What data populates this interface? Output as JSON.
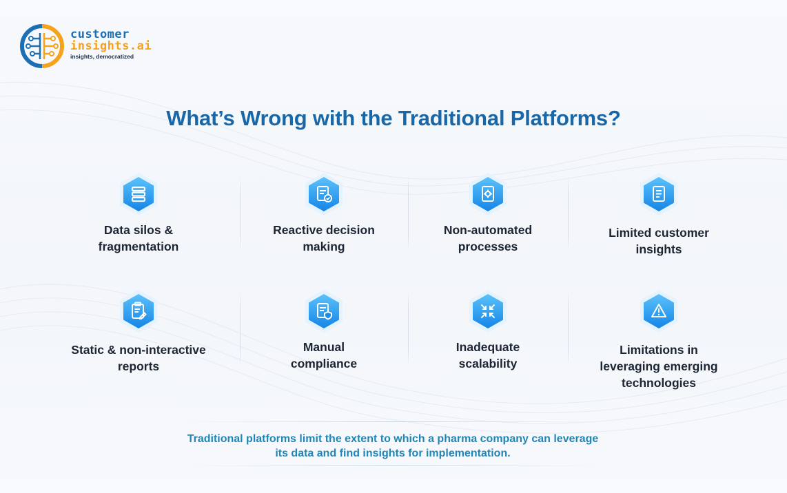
{
  "brand": {
    "line1": "customer",
    "line2": "insights.ai",
    "tagline": "insights, democratized"
  },
  "title": "What’s Wrong with the Traditional Platforms?",
  "colors": {
    "title": "#1967a6",
    "accent_orange": "#f6a21b",
    "icon_blue": "#1f9cf0",
    "footer": "#2186b6"
  },
  "items": [
    {
      "label_line1": "Data silos &",
      "label_line2": "fragmentation",
      "label_line3": "",
      "icon": "database-stack-icon"
    },
    {
      "label_line1": "Reactive decision",
      "label_line2": "making",
      "label_line3": "",
      "icon": "document-check-icon"
    },
    {
      "label_line1": "Non-automated",
      "label_line2": "processes",
      "label_line3": "",
      "icon": "gear-document-icon"
    },
    {
      "label_line1": "Limited customer",
      "label_line2": "insights",
      "label_line3": "",
      "icon": "document-list-icon"
    },
    {
      "label_line1": "Static & non-interactive",
      "label_line2": "reports",
      "label_line3": "",
      "icon": "clipboard-edit-icon"
    },
    {
      "label_line1": "Manual",
      "label_line2": "compliance",
      "label_line3": "",
      "icon": "document-shield-icon"
    },
    {
      "label_line1": "Inadequate",
      "label_line2": "scalability",
      "label_line3": "",
      "icon": "minimize-arrows-icon"
    },
    {
      "label_line1": "Limitations in",
      "label_line2": "leveraging emerging",
      "label_line3": "technologies",
      "icon": "warning-triangle-icon"
    }
  ],
  "footer": {
    "line1": "Traditional platforms limit the extent to which a pharma company can leverage",
    "line2": "its data and find insights for implementation."
  }
}
